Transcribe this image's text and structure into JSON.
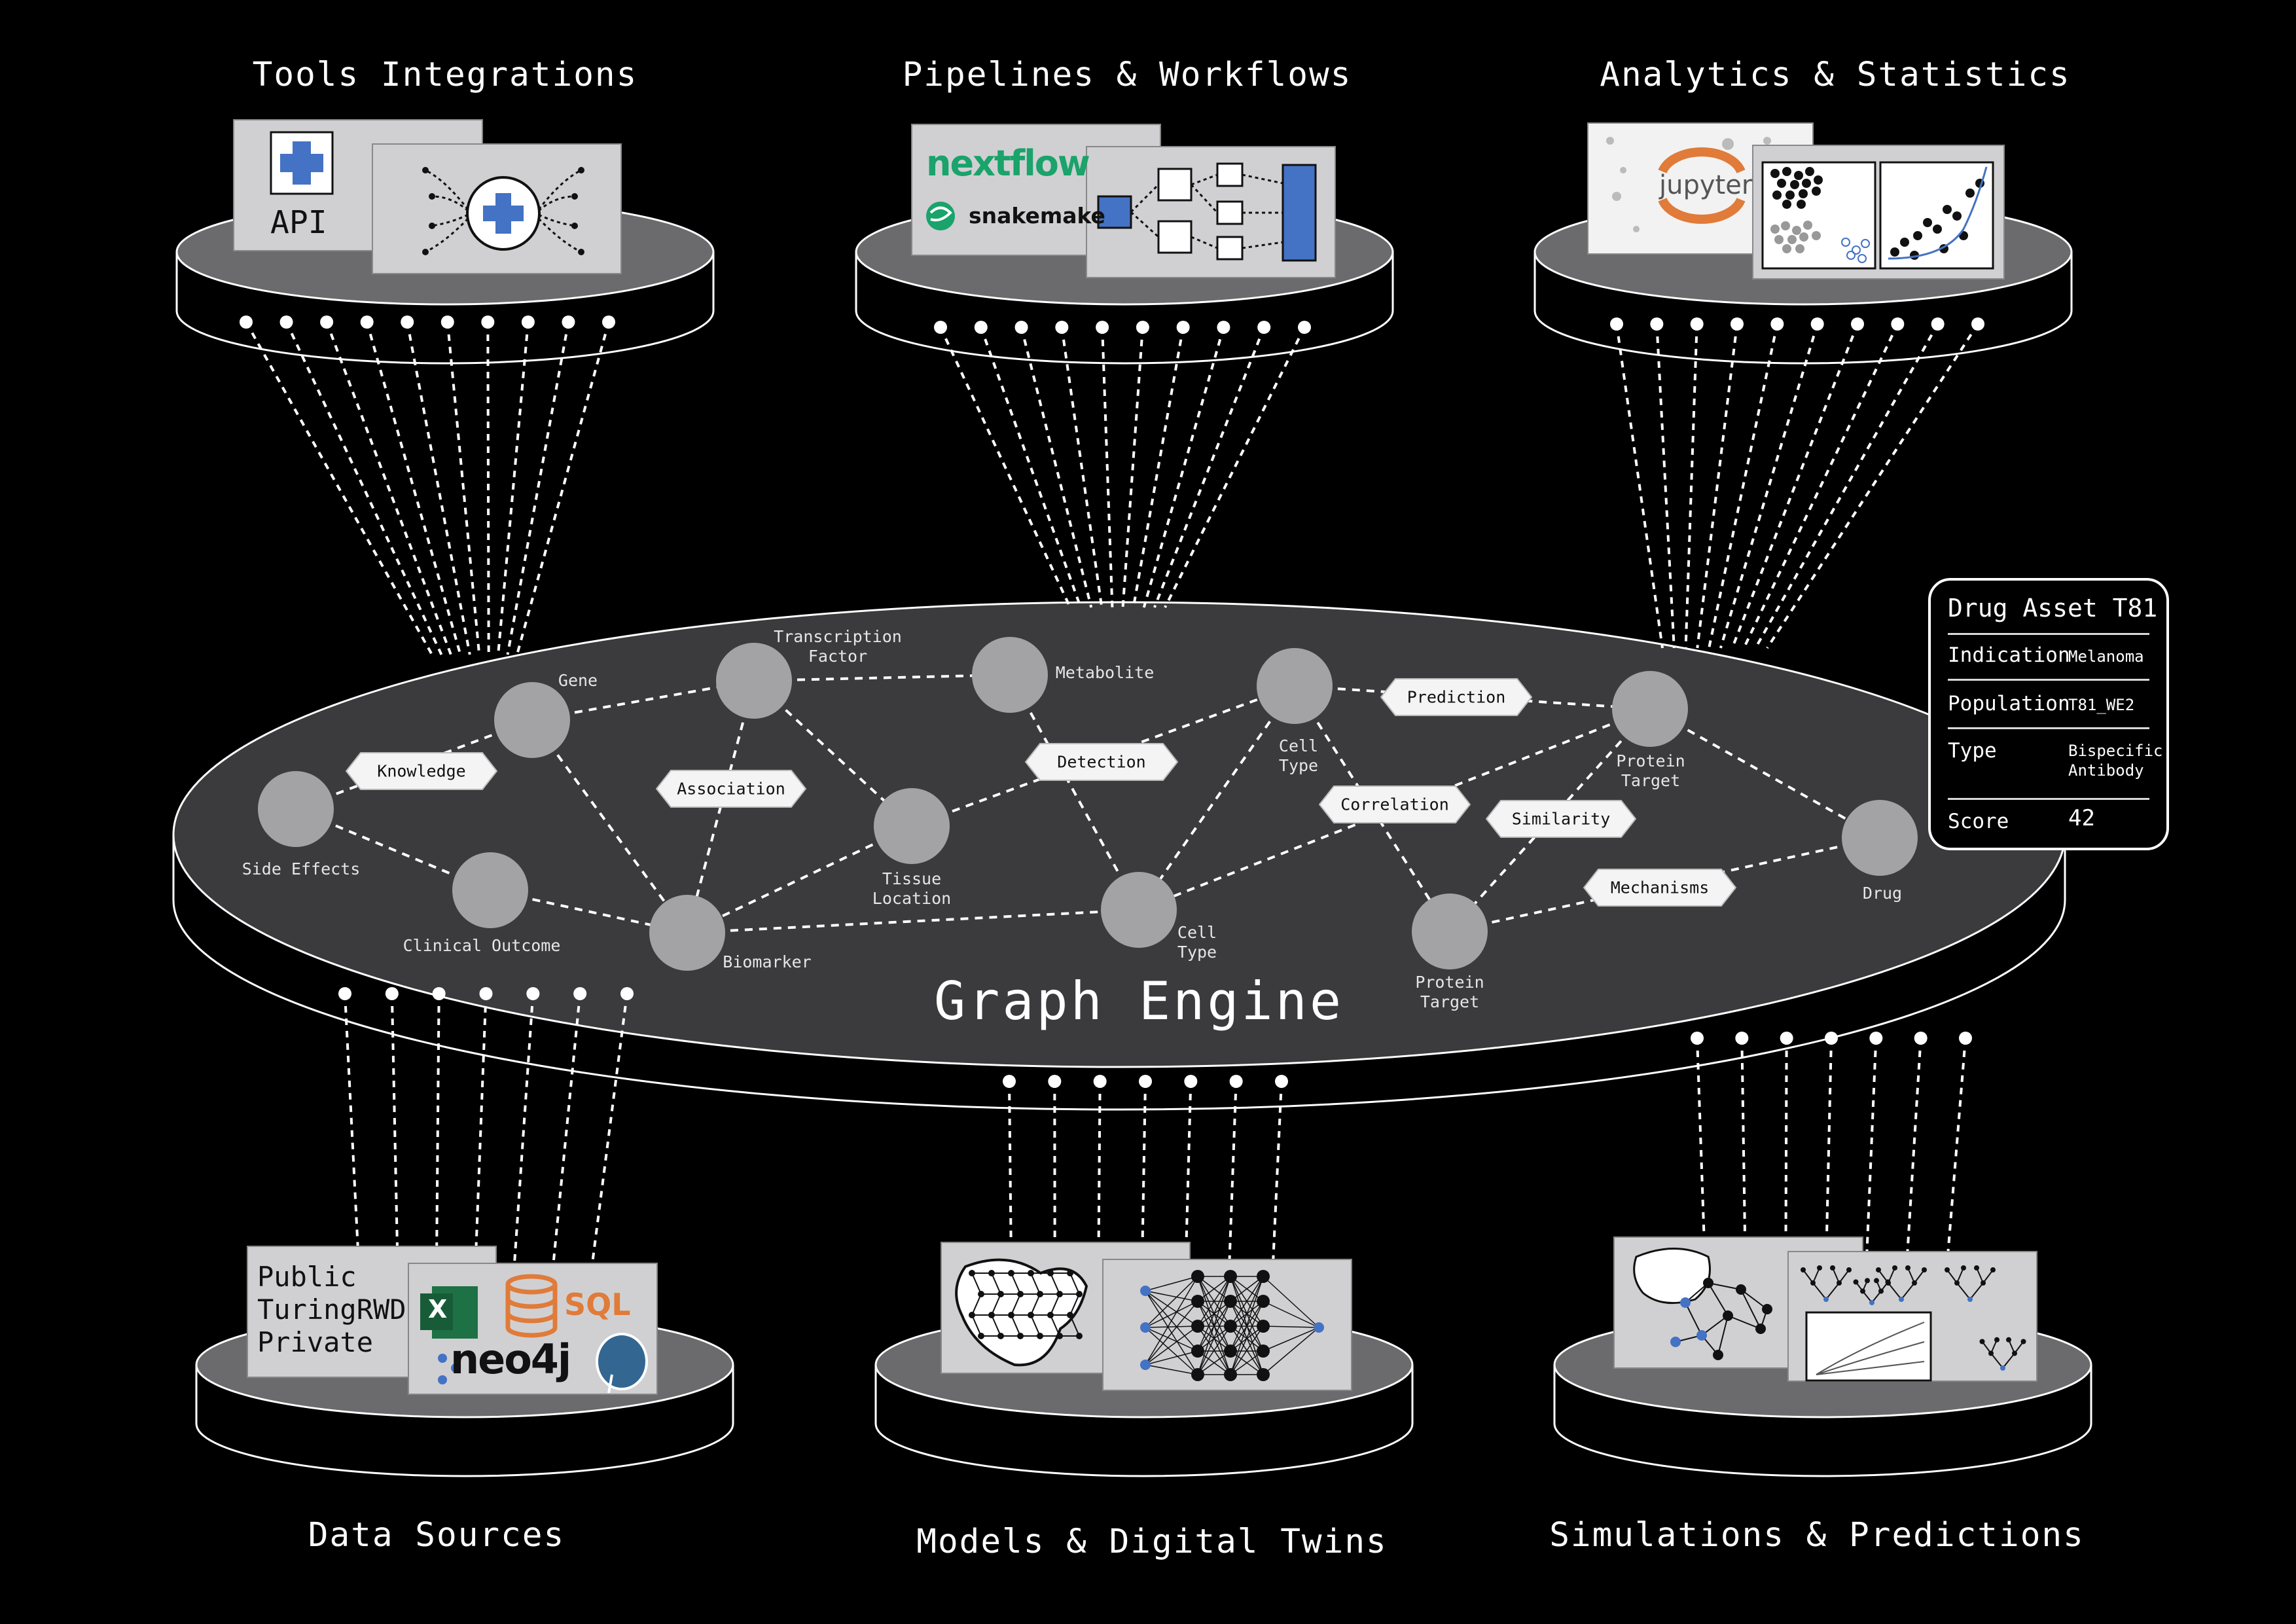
{
  "sections": {
    "tools": "Tools Integrations",
    "pipelines": "Pipelines & Workflows",
    "analytics": "Analytics & Statistics",
    "data_sources": "Data Sources",
    "models": "Models & Digital Twins",
    "simulations": "Simulations & Predictions"
  },
  "engine": {
    "title": "Graph Engine"
  },
  "panels": {
    "api_label": "API",
    "nextflow": "nextflow",
    "snakemake": "snakemake",
    "jupyter": "jupyter",
    "data_source_lines": [
      "Public",
      "TuringRWD",
      "Private"
    ],
    "sql": "SQL",
    "neo4j": "neo4j"
  },
  "nodes": {
    "gene": "Gene",
    "transcription_factor": [
      "Transcription",
      "Factor"
    ],
    "metabolite": "Metabolite",
    "cell_type_top": [
      "Cell",
      "Type"
    ],
    "protein_target_top": [
      "Protein",
      "Target"
    ],
    "side_effects": "Side Effects",
    "clinical_outcome": "Clinical Outcome",
    "biomarker": "Biomarker",
    "tissue_location": [
      "Tissue",
      "Location"
    ],
    "cell_type_bottom": [
      "Cell",
      "Type"
    ],
    "protein_target_bottom": [
      "Protein",
      "Target"
    ],
    "drug": "Drug"
  },
  "edges": {
    "knowledge": "Knowledge",
    "association": "Association",
    "detection": "Detection",
    "prediction": "Prediction",
    "correlation": "Correlation",
    "similarity": "Similarity",
    "mechanisms": "Mechanisms"
  },
  "card": {
    "title": "Drug Asset T81",
    "rows": [
      {
        "key": "Indication",
        "value": "Melanoma"
      },
      {
        "key": "Population",
        "value": "T81_WE2"
      },
      {
        "key": "Type",
        "value_lines": [
          "Bispecific",
          "Antibody"
        ]
      },
      {
        "key": "Score",
        "value": "42"
      }
    ]
  },
  "colors": {
    "background": "#000000",
    "platform": "#6b6b6e",
    "engine_surface": "#3b3b3d",
    "node": "#a3a3a6",
    "accent_blue": "#4472c4",
    "nextflow_green": "#1aa36b",
    "sql_orange": "#e07b39",
    "excel_green": "#1e7145"
  }
}
